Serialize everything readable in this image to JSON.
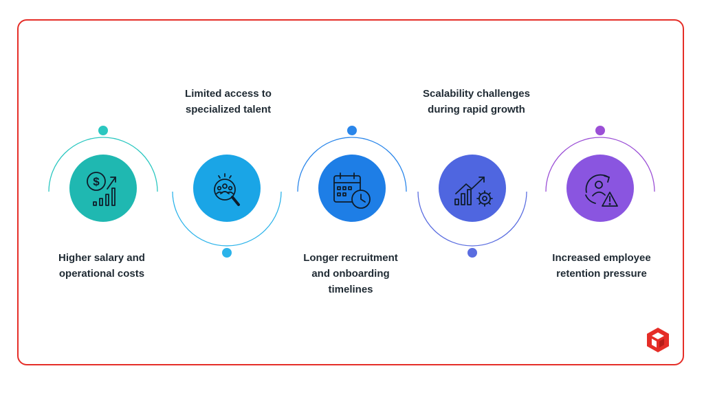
{
  "steps": [
    {
      "id": "cost",
      "icon": "dollar-growth-chart-icon",
      "color": "#1fb8b1",
      "ring": "#2ac7c0",
      "label_lines": [
        "Higher salary and",
        "operational costs"
      ]
    },
    {
      "id": "talent",
      "icon": "talent-search-icon",
      "color": "#1aa5e6",
      "ring": "#2bb3ea",
      "label_lines": [
        "Limited access to",
        "specialized talent"
      ]
    },
    {
      "id": "timeline",
      "icon": "calendar-clock-icon",
      "color": "#1e7ee6",
      "ring": "#2a86ea",
      "label_lines": [
        "Longer recruitment",
        "and onboarding",
        "timelines"
      ]
    },
    {
      "id": "scale",
      "icon": "growth-gear-icon",
      "color": "#4f66e0",
      "ring": "#5a6de0",
      "label_lines": [
        "Scalability challenges",
        "during rapid growth"
      ]
    },
    {
      "id": "retention",
      "icon": "employee-warning-icon",
      "color": "#8a55e0",
      "ring": "#9b4fd6",
      "label_lines": [
        "Increased employee",
        "retention pressure"
      ]
    }
  ],
  "brand": {
    "accent": "#e52d27"
  }
}
